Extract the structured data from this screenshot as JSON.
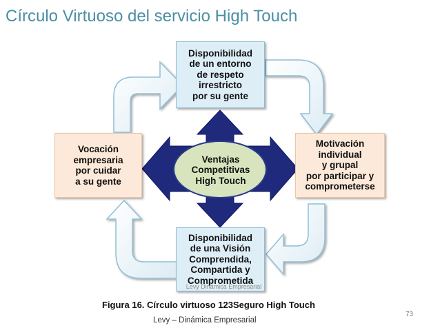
{
  "title": "Círculo Virtuoso del servicio High Touch",
  "boxes": {
    "top": "Disponibilidad\nde un entorno\nde respeto\nirrestricto\npor su gente",
    "left": "Vocación\nempresaria\npor cuidar\na su gente",
    "right": "Motivación\nindividual\ny grupal\npor participar y\ncomprometerse",
    "bottom": "Disponibilidad\nde una Visión\nComprendida,\nCompartida y\nComprometida"
  },
  "center": "Ventajas\nCompetitivas\nHigh Touch",
  "watermark": "Levy Dinámica Empresarial",
  "caption": "Figura 16.  Círculo virtuoso 123Seguro High Touch",
  "footer": "Levy – Dinámica Empresarial",
  "page_number": "73",
  "colors": {
    "title": "#4b8fa3",
    "navy_arrows": "#1f2a7c",
    "center_fill": "#d7e4bd",
    "blue_box": "#deeef7",
    "peach_box": "#fde9d9"
  }
}
